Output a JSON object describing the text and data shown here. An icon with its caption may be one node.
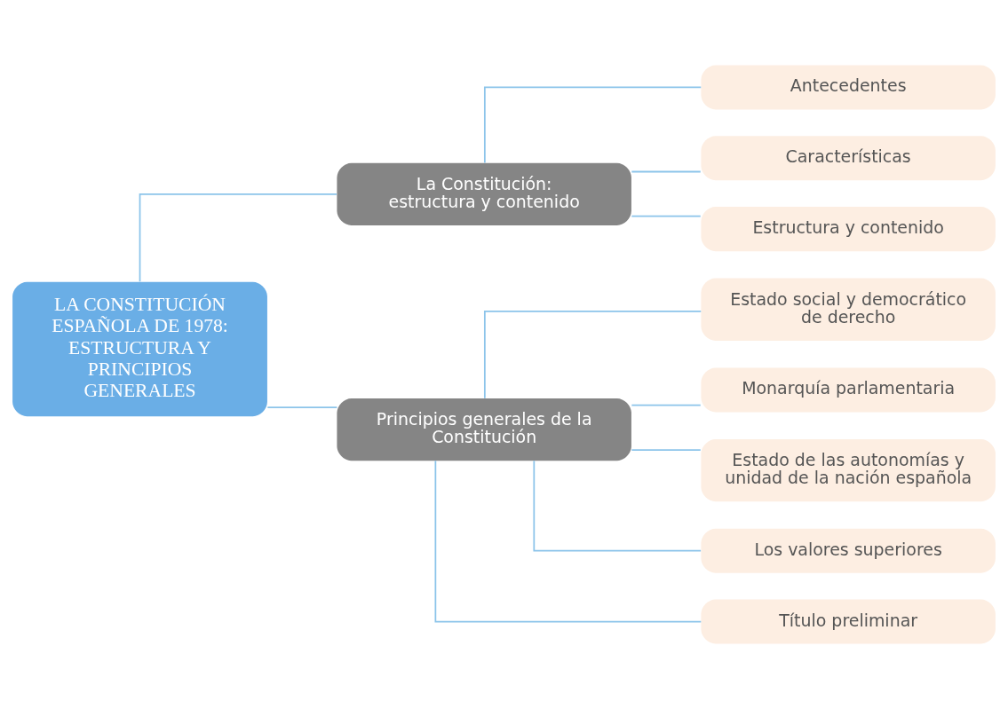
{
  "diagram": {
    "nodes": [
      {
        "text": [
          "LA CONSTITUCIÓN ESPAÑOLA DE 1978: ESTRUCTURA Y PRINCIPIOS GENERALES"
        ]
      },
      {
        "text": [
          "La Constitución: estructura y contenido"
        ]
      },
      {
        "text": [
          "Antecedentes"
        ]
      },
      {
        "text": [
          "Características"
        ]
      },
      {
        "text": [
          "Estructura y contenido"
        ]
      },
      {
        "text": [
          "Principios generales de la Constitución"
        ]
      },
      {
        "text": [
          "Estado social y democrático de derecho"
        ]
      },
      {
        "text": [
          "Monarquía parlamentaria"
        ]
      },
      {
        "text": [
          "Estado de las autonomías y unidad de la nación española"
        ]
      },
      {
        "text": [
          "Los valores superiores"
        ]
      },
      {
        "text": [
          "Título preliminar"
        ]
      }
    ],
    "edges": [
      {
        "from": 0,
        "to": 1,
        "arrow": "none"
      },
      {
        "from": 0,
        "to": 5,
        "arrow": "none"
      },
      {
        "from": 1,
        "to": 2,
        "arrow": "none"
      },
      {
        "from": 1,
        "to": 3,
        "arrow": "none"
      },
      {
        "from": 1,
        "to": 4,
        "arrow": "none"
      },
      {
        "from": 5,
        "to": 6,
        "arrow": "none"
      },
      {
        "from": 5,
        "to": 7,
        "arrow": "none"
      },
      {
        "from": 5,
        "to": 8,
        "arrow": "none"
      },
      {
        "from": 5,
        "to": 9,
        "arrow": "none"
      },
      {
        "from": 5,
        "to": 10,
        "arrow": "none"
      }
    ]
  }
}
